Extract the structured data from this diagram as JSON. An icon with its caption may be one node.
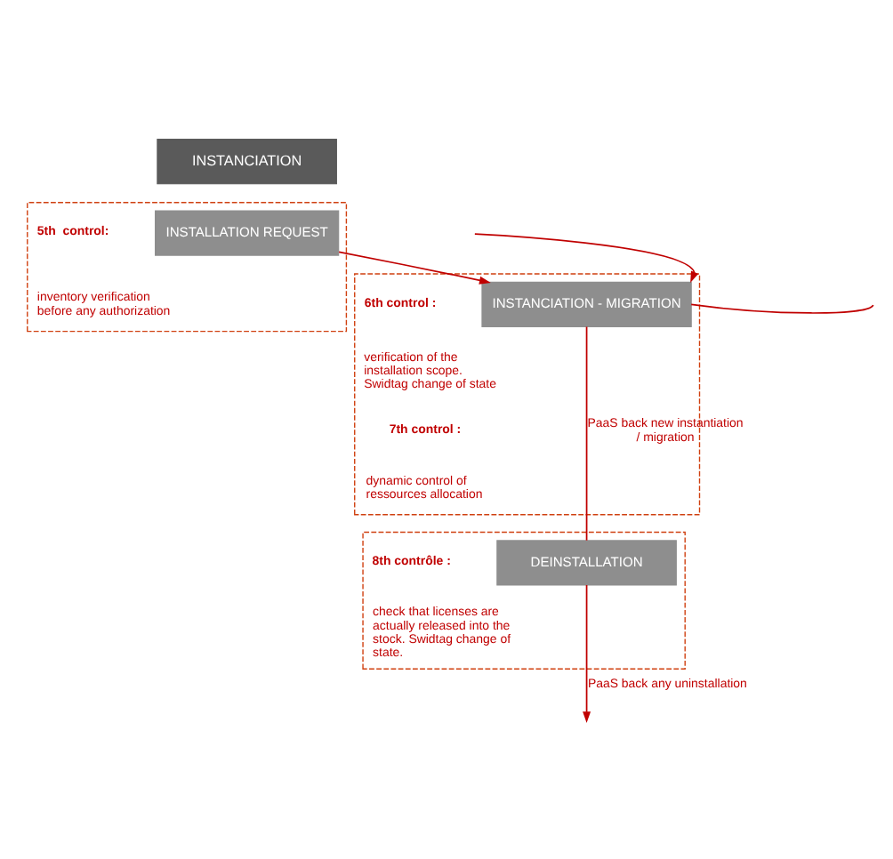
{
  "diagram": {
    "nodes": [
      {
        "text": [
          "INSTANCIATION"
        ]
      },
      {
        "text": [],
        "shape": "box"
      },
      {
        "text": [
          "INSTALLATION REQUEST"
        ],
        "in": 1
      },
      {
        "text": [],
        "shape": "box"
      },
      {
        "text": [
          "INSTANCIATION - MIGRATION"
        ],
        "in": 3
      },
      {
        "text": [],
        "shape": "box"
      },
      {
        "text": [
          "DEINSTALLATION"
        ],
        "in": 5
      }
    ],
    "edges": [
      {
        "from": 2,
        "to": 4,
        "arrow": "to"
      },
      {
        "from": null,
        "to": 4,
        "arrow": "to"
      },
      {
        "from": 4,
        "to": null,
        "arrow": "none"
      },
      {
        "from": 4,
        "to": 6,
        "arrow": "none",
        "label": "PaaS back new instantiation / migration"
      },
      {
        "from": 6,
        "to": null,
        "arrow": "to",
        "label": "PaaS back any uninstallation"
      }
    ],
    "labels": [
      "5th  control:",
      "inventory verification before any authorization",
      "6th control :",
      "verification of the installation scope. Swidtag change of state",
      "7th control :",
      "dynamic control of ressources allocation",
      "8th contrôle :",
      "check that licenses are actually released into the stock. Swidtag change of state."
    ]
  }
}
